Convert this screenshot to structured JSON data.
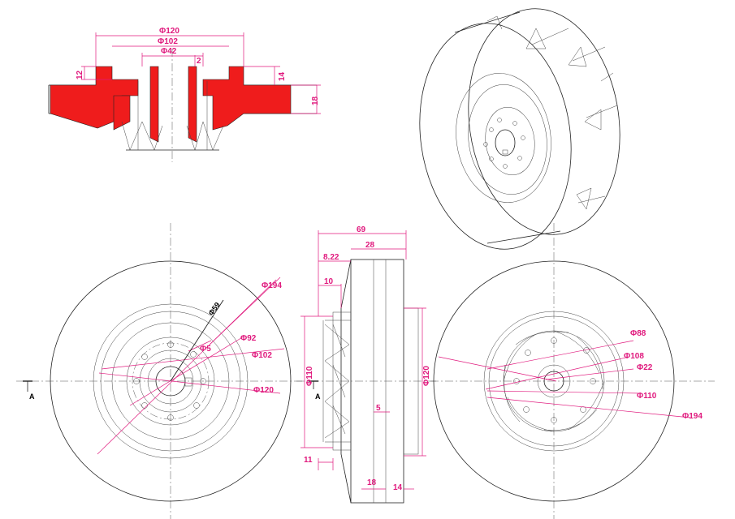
{
  "colors": {
    "dimension": "#e0197d",
    "section_fill": "#ef1c1c",
    "line": "#222222"
  },
  "section_view": {
    "dims": {
      "d120": "Φ120",
      "d102": "Φ102",
      "d42": "Φ42",
      "h12": "12",
      "g2": "2",
      "h14": "14",
      "h18": "18"
    }
  },
  "front_view": {
    "dims": {
      "d194": "Φ194",
      "d59": "Φ59",
      "d92": "Φ92",
      "d5": "Φ5",
      "d102": "Φ102",
      "d120": "Φ120"
    },
    "section_label": "A"
  },
  "side_view": {
    "dims": {
      "w69": "69",
      "w28": "28",
      "w822": "8.22",
      "w10": "10",
      "d110": "Φ110",
      "d120": "Φ120",
      "t5": "5",
      "b11": "11",
      "b18": "18",
      "b14": "14"
    },
    "section_label": "A"
  },
  "rear_view": {
    "dims": {
      "d88": "Φ88",
      "d108": "Φ108",
      "d22": "Φ22",
      "d110": "Φ110",
      "d194": "Φ194"
    }
  },
  "iso_view": {}
}
